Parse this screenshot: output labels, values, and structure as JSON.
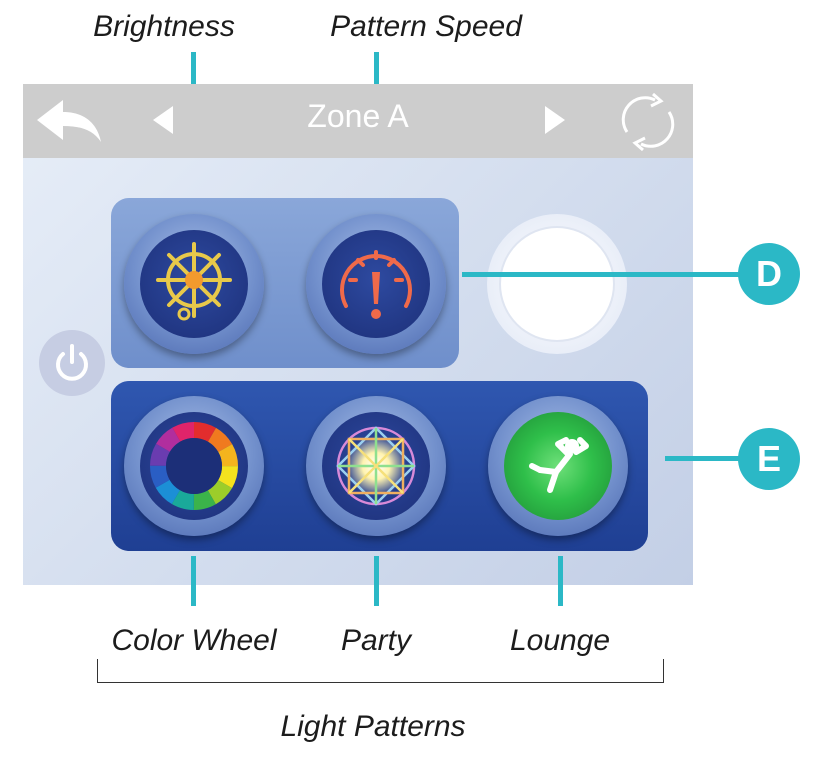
{
  "callouts": {
    "brightness": "Brightness",
    "pattern_speed": "Pattern Speed",
    "color_wheel": "Color Wheel",
    "party": "Party",
    "lounge": "Lounge",
    "group": "Light Patterns",
    "badge_d": "D",
    "badge_e": "E"
  },
  "screen": {
    "zone_title": "Zone A",
    "icons": [
      "back-arrow-icon",
      "prev-arrow-icon",
      "next-arrow-icon",
      "refresh-icon",
      "power-icon",
      "brightness-icon",
      "speed-gauge-icon",
      "color-wheel-icon",
      "party-icon",
      "lounge-icon"
    ]
  },
  "colors": {
    "accent_teal": "#2bb8c6",
    "panel_light": "#7f9dd4",
    "panel_dark": "#2a4fa8",
    "topbar": "#cdcdcd",
    "brightness_icon": "#e8c94a",
    "speed_icon": "#f06a4a",
    "lounge_green": "#2fbf4a"
  }
}
